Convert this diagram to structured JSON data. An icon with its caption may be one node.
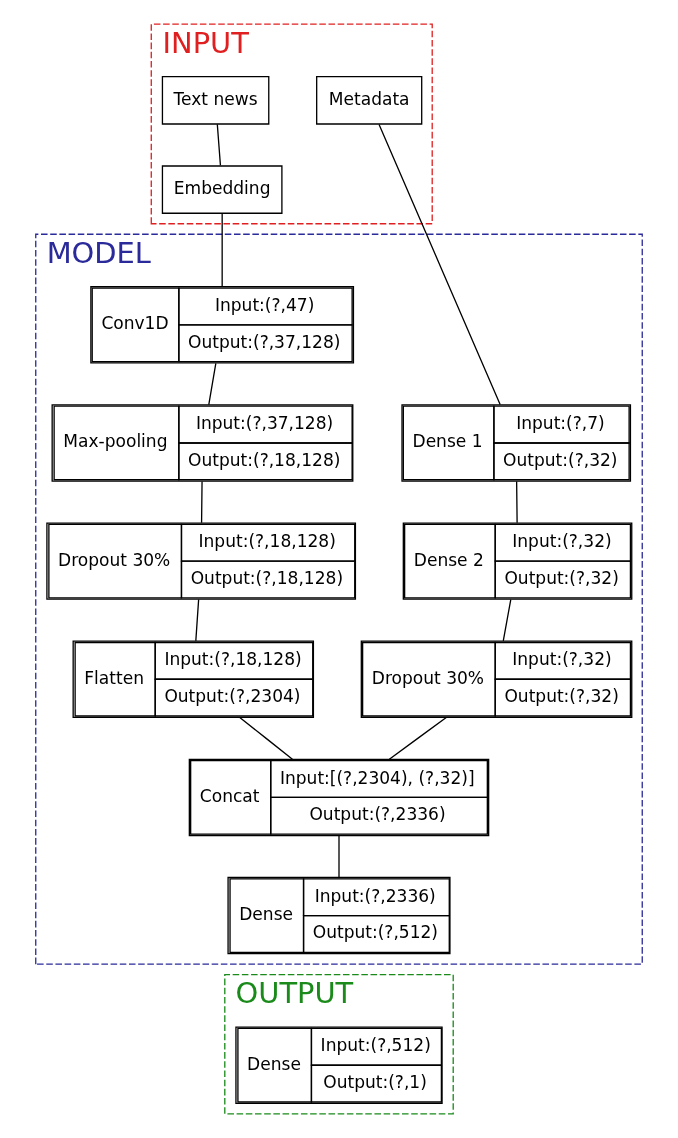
{
  "diagram": {
    "nodes": [
      {
        "text": [
          "INPUT"
        ]
      },
      {
        "text": [
          "Text news"
        ],
        "in": 0
      },
      {
        "text": [
          "Embedding"
        ],
        "in": 0
      },
      {
        "text": [
          "Metadata"
        ],
        "in": 0
      },
      {
        "text": [
          "MODEL"
        ]
      },
      {
        "text": [
          "Conv1D",
          "Input:(?,47)",
          "Output:(?,37,128)"
        ],
        "in": 4
      },
      {
        "text": [
          "Max-pooling",
          "Input:(?,37,128)",
          "Output:(?,18,128)"
        ],
        "in": 4
      },
      {
        "text": [
          "Dropout 30%",
          "Input:(?,18,128)",
          "Output:(?,18,128)"
        ],
        "in": 4
      },
      {
        "text": [
          "Flatten",
          "Input:(?,18,128)",
          "Output:(?,2304)"
        ],
        "in": 4
      },
      {
        "text": [
          "Dense 1",
          "Input:(?,7)",
          "Output:(?,32)"
        ],
        "in": 4
      },
      {
        "text": [
          "Dense 2",
          "Input:(?,32)",
          "Output:(?,32)"
        ],
        "in": 4
      },
      {
        "text": [
          "Dropout 30%",
          "Input:(?,32)",
          "Output:(?,32)"
        ],
        "in": 4
      },
      {
        "text": [
          "Concat",
          "Input:[(?,2304), (?,32)]",
          "Output:(?,2336)"
        ],
        "in": 4
      },
      {
        "text": [
          "Dense",
          "Input:(?,2336)",
          "Output:(?,512)"
        ],
        "in": 4
      },
      {
        "text": [
          "OUTPUT"
        ]
      },
      {
        "text": [
          "Dense",
          "Input:(?,512)",
          "Output:(?,1)"
        ],
        "in": 14
      }
    ],
    "edges": [
      {
        "from": 1,
        "to": 2,
        "arrow": "none"
      },
      {
        "from": 2,
        "to": 5,
        "arrow": "none"
      },
      {
        "from": 3,
        "to": 9,
        "arrow": "none"
      },
      {
        "from": 5,
        "to": 6,
        "arrow": "none"
      },
      {
        "from": 6,
        "to": 7,
        "arrow": "none"
      },
      {
        "from": 7,
        "to": 8,
        "arrow": "none"
      },
      {
        "from": 9,
        "to": 10,
        "arrow": "none"
      },
      {
        "from": 10,
        "to": 11,
        "arrow": "none"
      },
      {
        "from": 8,
        "to": 12,
        "arrow": "none"
      },
      {
        "from": 11,
        "to": 12,
        "arrow": "none"
      },
      {
        "from": 12,
        "to": 13,
        "arrow": "none"
      }
    ]
  }
}
